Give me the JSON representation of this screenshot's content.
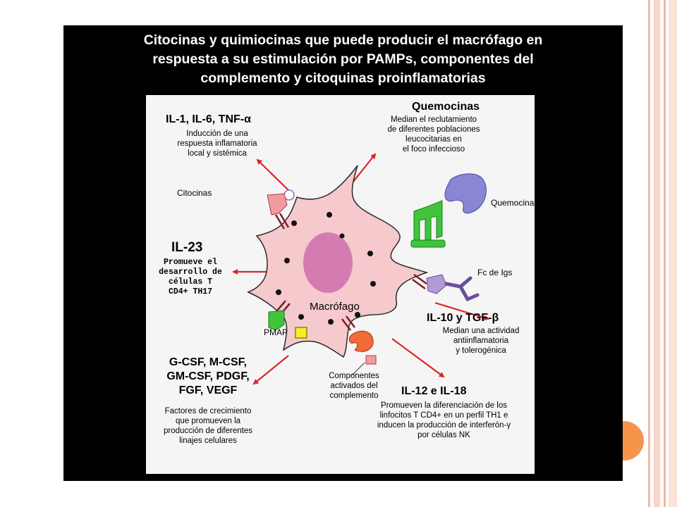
{
  "title": "Citocinas y quimiocinas que puede producir el macrófago en respuesta a su estimulación por PAMPs, componentes del complemento y citoquinas proinflamatorias",
  "title_lines": [
    "Citocinas y quimiocinas que puede producir el macrófago en",
    "respuesta a su estimulación por PAMPs, componentes del",
    "complemento y citoquinas proinflamatorias"
  ],
  "colors": {
    "cell": "#f6c9cc",
    "cell_stroke": "#2a2a2a",
    "nucleus": "#d47cb1",
    "arrow": "#d8262b",
    "receptor_pink": "#f29aa1",
    "receptor_green": "#3fc43c",
    "receptor_purple": "#b39ad6",
    "receptor_orange": "#f06a3a",
    "quemocina_blob": "#8b86d4",
    "pmap_square": "#f2ee2a",
    "accent_circle": "#f6944a"
  },
  "cell_label": "Macrófago",
  "groups": {
    "il1": {
      "heading": "IL-1, IL-6, TNF-α",
      "lines": [
        "Inducción de una",
        "respuesta inflamatoria",
        "local y sistémica"
      ]
    },
    "quemocinas": {
      "heading": "Quemocinas",
      "lines": [
        "Median el reclutamiento",
        "de diferentes poblaciones",
        "leucocitarias en",
        "el foco infeccioso"
      ]
    },
    "il23": {
      "heading": "IL-23",
      "lines": [
        "Promueve el",
        "desarrollo de",
        "células T",
        "CD4+ TH17"
      ]
    },
    "il10": {
      "heading": "IL-10 y TGF-β",
      "lines": [
        "Median una actividad",
        "antiinflamatoria",
        "y tolerogénica"
      ]
    },
    "gcsf": {
      "heading_lines": [
        "G-CSF, M-CSF,",
        "GM-CSF, PDGF,",
        "FGF, VEGF"
      ],
      "lines": [
        "Factores de crecimiento",
        "que promueven la",
        "producción de diferentes",
        "linajes celulares"
      ]
    },
    "il12": {
      "heading": "IL-12 e IL-18",
      "lines": [
        "Promueven la diferenciación de los",
        "linfocitos T CD4+ en un perfil TH1 e",
        "inducen la producción de interferón-γ",
        "por células NK"
      ]
    }
  },
  "labels": {
    "citocinas": "Citocinas",
    "quemocinas_receptor": "Quemocinas",
    "fc_igs": "Fc de Igs",
    "pmap": "PMAP",
    "componentes": [
      "Componentes",
      "activados del",
      "complemento"
    ]
  }
}
